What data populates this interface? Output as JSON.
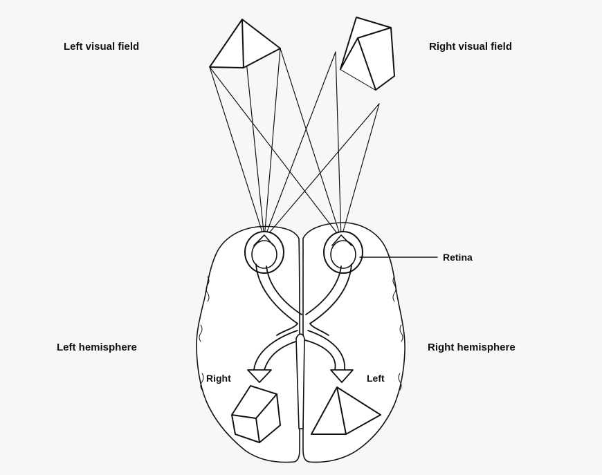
{
  "labels": {
    "left_visual_field": "Left visual field",
    "right_visual_field": "Right visual field",
    "retina": "Retina",
    "left_hemisphere": "Left hemisphere",
    "right_hemisphere": "Right hemisphere",
    "right_arrow": "Right",
    "left_arrow": "Left"
  },
  "colors": {
    "background": "#f7f7f7",
    "ink": "#111111",
    "fill": "#ffffff"
  },
  "objects": {
    "left_field_object": "pyramid",
    "right_field_object": "cube",
    "left_hemisphere_object": "cube",
    "right_hemisphere_object": "pyramid"
  }
}
